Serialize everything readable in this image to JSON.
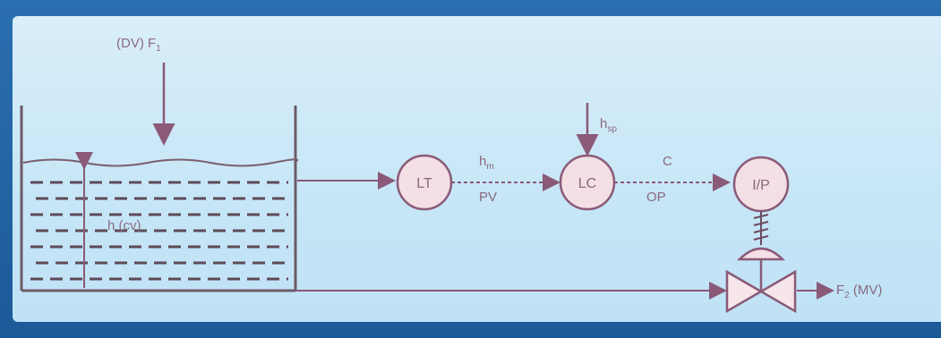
{
  "diagram": {
    "disturbance_label": "(DV) F",
    "disturbance_sub": "1",
    "level_label": "h (cv)",
    "setpoint_top": "h",
    "setpoint_top_sub": "sp",
    "lt_label": "LT",
    "lc_label": "LC",
    "ip_label": "I/P",
    "signal_hm": "h",
    "signal_hm_sub": "m",
    "signal_pv": "PV",
    "signal_c": "C",
    "signal_op": "OP",
    "outflow_label": "F",
    "outflow_sub": "2",
    "outflow_tail": " (MV)"
  },
  "colors": {
    "line": "#8a5a78",
    "bubble_fill": "#f3dfe4",
    "text": "#8a6a7e",
    "panel": "#cfeaf8",
    "frame": "#1f5f9e"
  }
}
